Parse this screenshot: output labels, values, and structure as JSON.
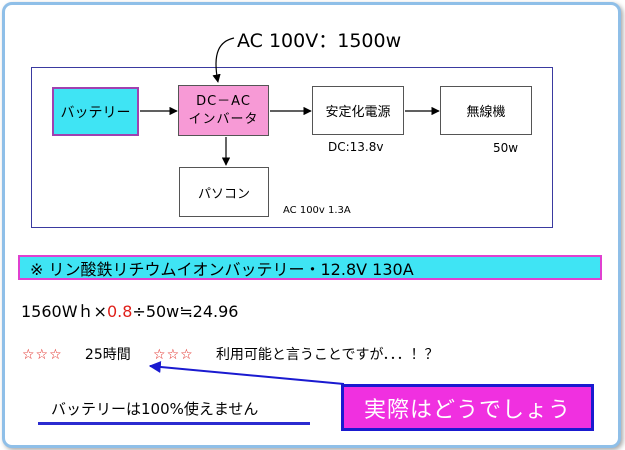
{
  "diagram": {
    "input_label": "AC 100V：1500w",
    "nodes": {
      "battery": "バッテリー",
      "inverter_line1": "DC－AC",
      "inverter_line2": "インバータ",
      "psu": "安定化電源",
      "radio": "無線機",
      "pc": "パソコン"
    },
    "labels": {
      "dc": "DC:13.8v",
      "radio_watt": "50w",
      "pc_power": "AC 100v   1.3A"
    }
  },
  "banner": "※   リン酸鉄リチウムイオンバッテリー・12.8V   130A",
  "calc": {
    "part1": "1560Wｈ×",
    "part2": "0.8",
    "part3": "÷50w≒24.96"
  },
  "note": {
    "stars_left": "☆☆☆",
    "hours": "25時間",
    "stars_right": "☆☆☆",
    "text": "利用可能と言うことですが．．．！？"
  },
  "warning": "バッテリーは100%使えません",
  "callout": "実際はどうでしょう",
  "colors": {
    "cyan": "#3fe4f4",
    "pink": "#f79ad6",
    "magenta": "#f030e0",
    "blue": "#1a1ad0",
    "red": "#e0201a"
  }
}
